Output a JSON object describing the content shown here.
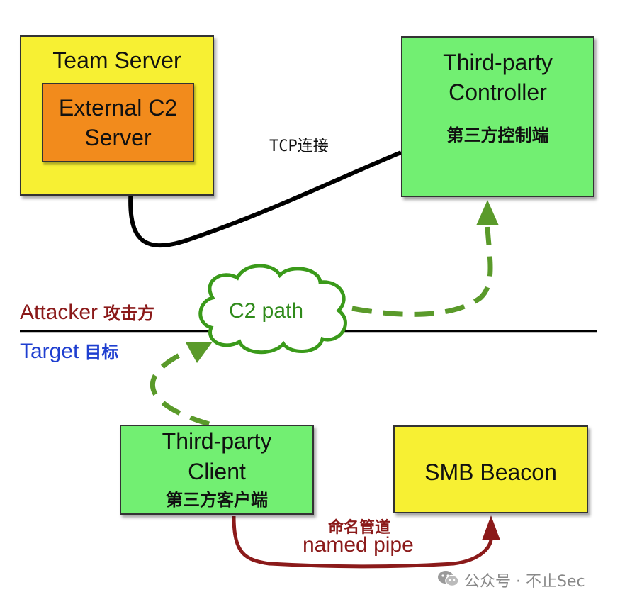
{
  "team_server": {
    "title": "Team Server"
  },
  "external_c2": {
    "line1": "External C2",
    "line2": "Server"
  },
  "controller": {
    "line1": "Third-party",
    "line2": "Controller",
    "zh": "第三方控制端"
  },
  "client": {
    "line1": "Third-party",
    "line2": "Client",
    "zh": "第三方客户端"
  },
  "beacon": {
    "title": "SMB Beacon"
  },
  "tcp": {
    "label": "TCP连接"
  },
  "attacker": {
    "en": "Attacker",
    "zh": "攻击方"
  },
  "target": {
    "en": "Target",
    "zh": "目标"
  },
  "c2_path": {
    "label": "C2 path"
  },
  "named_pipe": {
    "zh": "命名管道",
    "en": "named pipe"
  },
  "watermark": {
    "text": "公众号 · 不止Sec"
  },
  "colors": {
    "yellow_box": "#f7f033",
    "orange_box": "#f28b1c",
    "green_box": "#72ef72",
    "c2_green": "#5a9a2a",
    "pipe_red": "#8b1a1a",
    "attacker_red": "#8b1a1a",
    "target_blue": "#1f3fd0"
  }
}
